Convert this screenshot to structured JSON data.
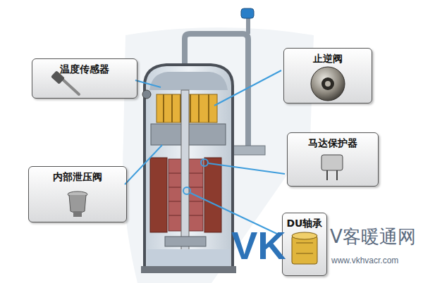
{
  "diagram": {
    "nodes": [
      {
        "text": [
          "温度传感器"
        ]
      },
      {
        "text": [
          "止逆阀"
        ]
      },
      {
        "text": [
          "马达保护器"
        ]
      },
      {
        "text": [
          "内部泄压阀"
        ]
      },
      {
        "text": [
          "DU轴承"
        ]
      }
    ],
    "labels": [
      "VK",
      "V客暖通网",
      "www.vkhvacr.com"
    ]
  }
}
